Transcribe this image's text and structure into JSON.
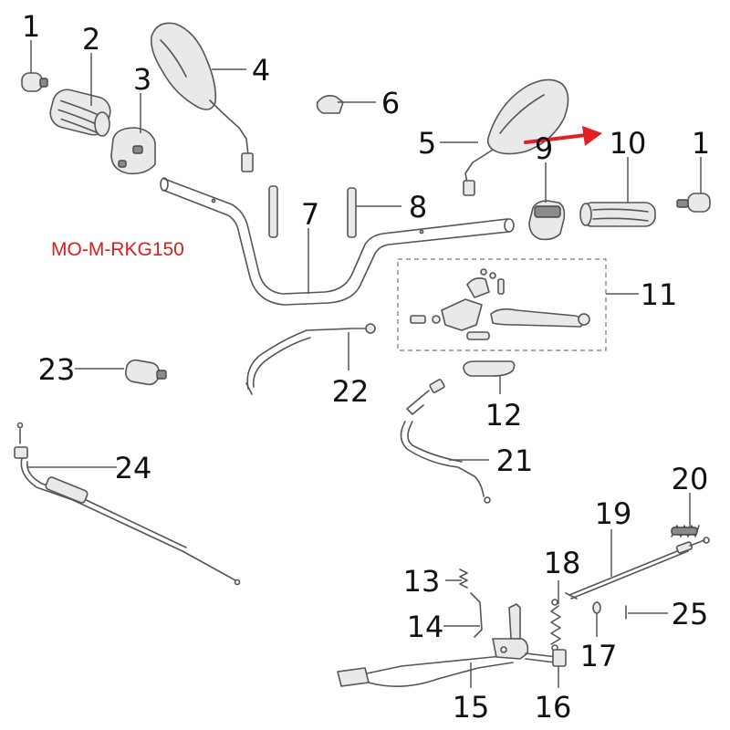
{
  "model_code": "MO-M-RKG150",
  "colors": {
    "model_text": "#d42020",
    "arrow": "#e31e24",
    "line": "#555555",
    "label": "#111111"
  },
  "callouts": {
    "c1a": "1",
    "c1b": "1",
    "c2": "2",
    "c3": "3",
    "c4": "4",
    "c5": "5",
    "c6": "6",
    "c7": "7",
    "c8": "8",
    "c9": "9",
    "c10": "10",
    "c11": "11",
    "c12": "12",
    "c13": "13",
    "c14": "14",
    "c15": "15",
    "c16": "16",
    "c17": "17",
    "c18": "18",
    "c19": "19",
    "c20": "20",
    "c21": "21",
    "c22": "22",
    "c23": "23",
    "c24": "24",
    "c25": "25"
  }
}
